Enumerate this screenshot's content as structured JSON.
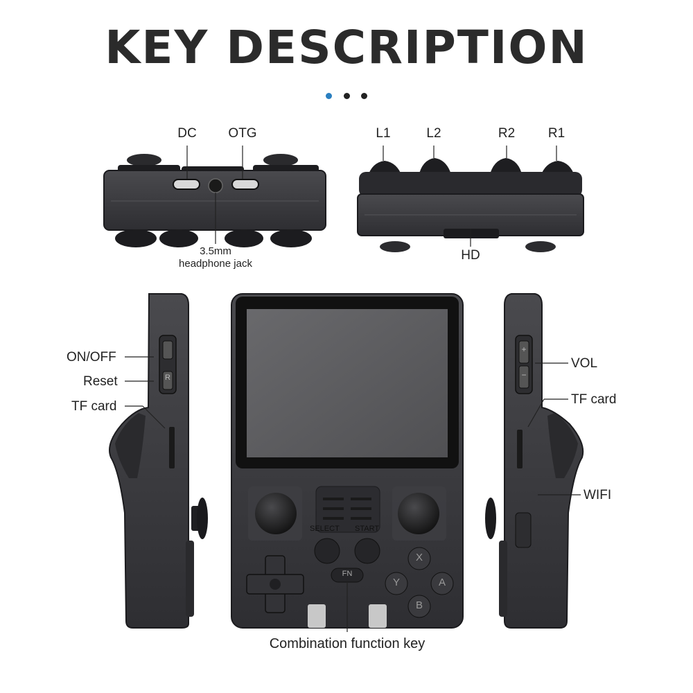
{
  "title": "KEY DESCRIPTION",
  "pagination": {
    "count": 3,
    "active_index": 0
  },
  "colors": {
    "accent": "#2a7fc0",
    "shell": "#3a3a3d",
    "shell_dark": "#1f1f22",
    "screen": "#5c5c5f"
  },
  "top_view_labels": {
    "dc": "DC",
    "otg": "OTG",
    "headphone_line1": "3.5mm",
    "headphone_line2": "headphone jack"
  },
  "back_view_labels": {
    "l1": "L1",
    "l2": "L2",
    "r2": "R2",
    "r1": "R1",
    "hd": "HD"
  },
  "left_side_labels": {
    "on_off": "ON/OFF",
    "reset": "Reset",
    "tf_card": "TF card"
  },
  "right_side_labels": {
    "vol": "VOL",
    "tf_card": "TF card",
    "wifi": "WIFI"
  },
  "front_labels": {
    "select": "SELECT",
    "start": "START",
    "fn": "FN",
    "x": "X",
    "y": "Y",
    "a": "A",
    "b": "B",
    "reset_key": "R",
    "plus": "+",
    "minus": "−"
  },
  "bottom_label": "Combination function key"
}
